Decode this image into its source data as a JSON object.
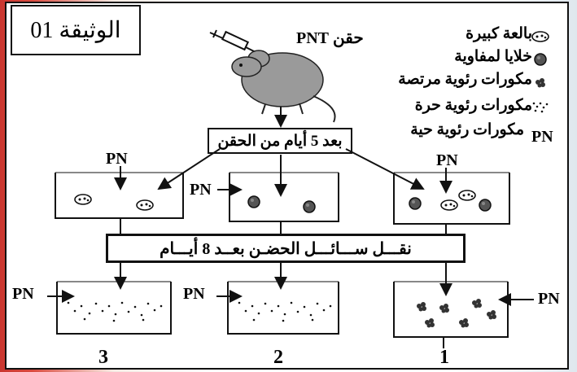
{
  "document": {
    "title": "الوثيقة 01",
    "injection_label": "حقن PNT",
    "step_after_injection": "بعد 5 أيام من الحقن",
    "transfer_step": "نقـــل ســـائـــل الحضـن بعــد 8 أيـــام",
    "pn_label": "PN",
    "legend": [
      {
        "icon": "macrophage-icon",
        "label": "بالعة كبيرة"
      },
      {
        "icon": "lymphocyte-icon",
        "label": "خلايا لمفاوية"
      },
      {
        "icon": "agglutinated-pneumococci-icon",
        "label": "مكورات رئوية مرتصة"
      },
      {
        "icon": "free-pneumococci-icon",
        "label": "مكورات رئوية حرة"
      },
      {
        "icon": "pn-symbol",
        "label": "مكورات رئوية حية",
        "symbol": "PN"
      }
    ],
    "dishes": [
      {
        "number": "3",
        "top_content": "macrophages",
        "bottom_content": "free pneumococci"
      },
      {
        "number": "2",
        "top_content": "lymphocytes",
        "bottom_content": "free pneumococci"
      },
      {
        "number": "1",
        "top_content": "macrophages and lymphocytes",
        "bottom_content": "agglutinated pneumococci"
      }
    ]
  }
}
